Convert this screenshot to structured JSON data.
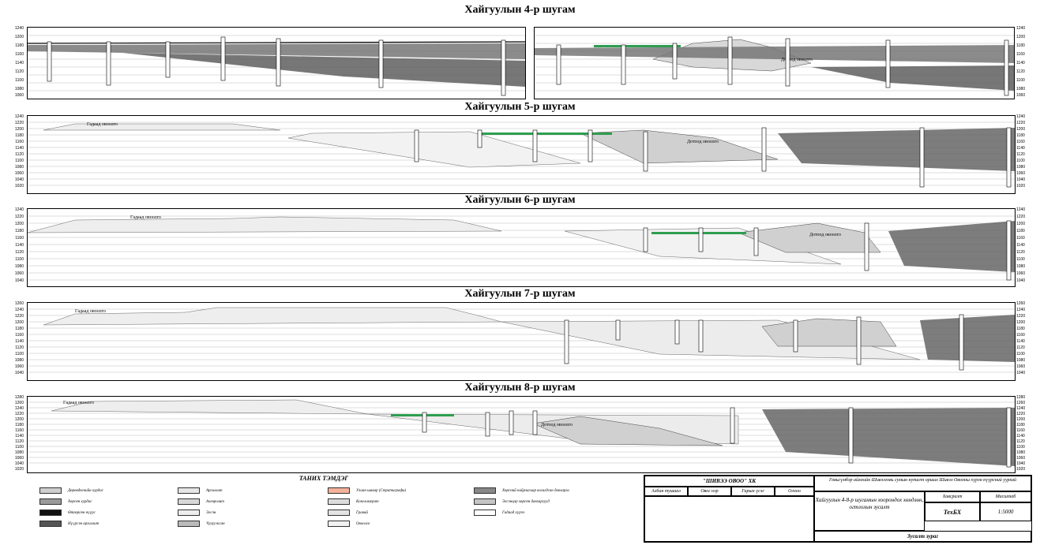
{
  "sections": [
    {
      "title": "Хайгуулын 4-р шугам",
      "axis_left": [
        "1240",
        "1200",
        "1180",
        "1160",
        "1140",
        "1120",
        "1100",
        "1080",
        "1060"
      ],
      "axis_right": [
        "1240",
        "1200",
        "1180",
        "1160",
        "1140",
        "1120",
        "1100",
        "1080",
        "1060"
      ]
    },
    {
      "title": "Хайгуулын 5-р шугам",
      "axis_left": [
        "1240",
        "1220",
        "1200",
        "1180",
        "1160",
        "1140",
        "1120",
        "1100",
        "1080",
        "1060",
        "1040",
        "1020"
      ],
      "axis_right": [
        "1240",
        "1220",
        "1200",
        "1180",
        "1160",
        "1140",
        "1120",
        "1100",
        "1080",
        "1060",
        "1040",
        "1020"
      ]
    },
    {
      "title": "Хайгуулын 6-р шугам",
      "axis_left": [
        "1240",
        "1220",
        "1200",
        "1180",
        "1160",
        "1140",
        "1120",
        "1100",
        "1080",
        "1060",
        "1040"
      ],
      "axis_right": [
        "1240",
        "1220",
        "1200",
        "1180",
        "1160",
        "1140",
        "1120",
        "1100",
        "1080",
        "1060",
        "1040"
      ]
    },
    {
      "title": "Хайгуулын 7-р шугам",
      "axis_left": [
        "1260",
        "1240",
        "1220",
        "1200",
        "1180",
        "1160",
        "1140",
        "1120",
        "1100",
        "1080",
        "1060",
        "1040"
      ],
      "axis_right": [
        "1260",
        "1240",
        "1220",
        "1200",
        "1180",
        "1160",
        "1140",
        "1120",
        "1100",
        "1080",
        "1060",
        "1040"
      ]
    },
    {
      "title": "Хайгуулын 8-р шугам",
      "axis_left": [
        "1280",
        "1260",
        "1240",
        "1220",
        "1200",
        "1180",
        "1160",
        "1140",
        "1120",
        "1100",
        "1080",
        "1060",
        "1040",
        "1020"
      ],
      "axis_right": [
        "1280",
        "1260",
        "1240",
        "1220",
        "1200",
        "1180",
        "1160",
        "1140",
        "1120",
        "1100",
        "1080",
        "1060",
        "1040",
        "1020"
      ]
    }
  ],
  "labels": {
    "outer_dump": "Гадаад овоолго",
    "inner_dump": "Дотоод овоолго"
  },
  "legend": {
    "title": "ТАНИХ ТЭМДЭГ",
    "items": [
      {
        "label": "Дөрөвдөгчийн хурдас",
        "swatch": "#cfcfcf"
      },
      {
        "label": "Хөрсөн хурдас",
        "swatch": "#9a9a9a"
      },
      {
        "label": "Өтгөрсөн нүүрс",
        "swatch": "#111111"
      },
      {
        "label": "Нүүрсэн аргиллит",
        "swatch": "#555555"
      },
      {
        "label": "Аргиллит",
        "swatch": "#e6e6e6"
      },
      {
        "label": "Алевролит",
        "swatch": "#d8d8d8"
      },
      {
        "label": "Элсэн",
        "swatch": "#eeeeee"
      },
      {
        "label": "Чулуужсан",
        "swatch": "#bbbbbb"
      },
      {
        "label": "Улаан шавар (Стратиграфи)",
        "swatch": "#f3b29b"
      },
      {
        "label": "Конгломерат",
        "swatch": "#dddddd"
      },
      {
        "label": "Гравий",
        "swatch": "#e3e3e3"
      },
      {
        "label": "Овоолго",
        "swatch": "#f2f2f2"
      },
      {
        "label": "Хөрсний найрлагаар ялгагдсан давхарга",
        "swatch": "#888888"
      },
      {
        "label": "Элсэнцэр хөрсөн давхаргууд",
        "swatch": "#c4c4c4"
      },
      {
        "label": "Гадаад хүрээ",
        "swatch": "#ffffff"
      }
    ]
  },
  "stamp": {
    "company": "\"ШИВЭЭ ОВОО\" ХК",
    "title": "Говьсүмбэр аймгийн Шивээговь сумын нутагт орших Шивээ Овооны хүрэн нүүрсний уурхай",
    "drawing": "Хайгуулын 4-8-р шугамын хоорондох хөндлөн, огтлолын зусалт",
    "sheet_label": "Хавсралт",
    "scale_label": "Масштаб",
    "scale": "1:5000",
    "dept": "ТехБХ",
    "footer": "Зусалт зураг",
    "row_labels": [
      "Албан тушаал",
      "Овог нэр",
      "Гарын үсэг",
      "Огноо"
    ]
  }
}
